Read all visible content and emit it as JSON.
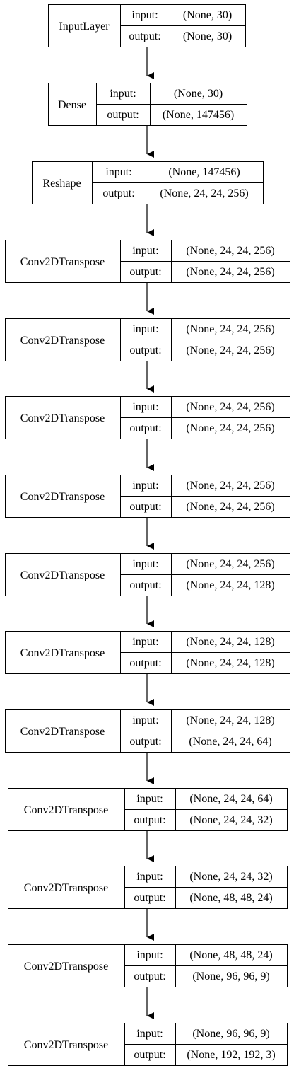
{
  "layers": [
    {
      "name": "InputLayer",
      "input_label": "input:",
      "output_label": "output:",
      "input": "(None, 30)",
      "output": "(None, 30)"
    },
    {
      "name": "Dense",
      "input_label": "input:",
      "output_label": "output:",
      "input": "(None, 30)",
      "output": "(None, 147456)"
    },
    {
      "name": "Reshape",
      "input_label": "input:",
      "output_label": "output:",
      "input": "(None, 147456)",
      "output": "(None, 24, 24, 256)"
    },
    {
      "name": "Conv2DTranspose",
      "input_label": "input:",
      "output_label": "output:",
      "input": "(None, 24, 24, 256)",
      "output": "(None, 24, 24, 256)"
    },
    {
      "name": "Conv2DTranspose",
      "input_label": "input:",
      "output_label": "output:",
      "input": "(None, 24, 24, 256)",
      "output": "(None, 24, 24, 256)"
    },
    {
      "name": "Conv2DTranspose",
      "input_label": "input:",
      "output_label": "output:",
      "input": "(None, 24, 24, 256)",
      "output": "(None, 24, 24, 256)"
    },
    {
      "name": "Conv2DTranspose",
      "input_label": "input:",
      "output_label": "output:",
      "input": "(None, 24, 24, 256)",
      "output": "(None, 24, 24, 256)"
    },
    {
      "name": "Conv2DTranspose",
      "input_label": "input:",
      "output_label": "output:",
      "input": "(None, 24, 24, 256)",
      "output": "(None, 24, 24, 128)"
    },
    {
      "name": "Conv2DTranspose",
      "input_label": "input:",
      "output_label": "output:",
      "input": "(None, 24, 24, 128)",
      "output": "(None, 24, 24, 128)"
    },
    {
      "name": "Conv2DTranspose",
      "input_label": "input:",
      "output_label": "output:",
      "input": "(None, 24, 24, 128)",
      "output": "(None, 24, 24, 64)"
    },
    {
      "name": "Conv2DTranspose",
      "input_label": "input:",
      "output_label": "output:",
      "input": "(None, 24, 24, 64)",
      "output": "(None, 24, 24, 32)"
    },
    {
      "name": "Conv2DTranspose",
      "input_label": "input:",
      "output_label": "output:",
      "input": "(None, 24, 24, 32)",
      "output": "(None, 48, 48, 24)"
    },
    {
      "name": "Conv2DTranspose",
      "input_label": "input:",
      "output_label": "output:",
      "input": "(None, 48, 48, 24)",
      "output": "(None, 96, 96, 9)"
    },
    {
      "name": "Conv2DTranspose",
      "input_label": "input:",
      "output_label": "output:",
      "input": "(None, 96, 96, 9)",
      "output": "(None, 192, 192, 3)"
    }
  ]
}
